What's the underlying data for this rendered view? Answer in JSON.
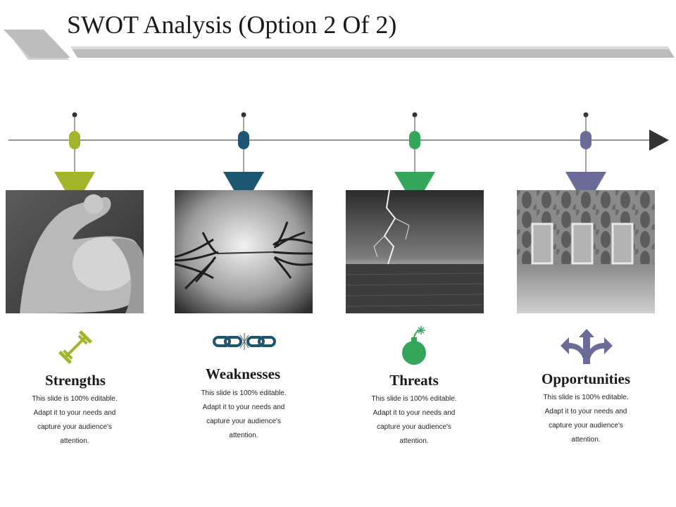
{
  "slide": {
    "title": "SWOT Analysis (Option 2 Of 2)",
    "colors": {
      "green": "#a1b42b",
      "teal": "#1d5672",
      "emerald": "#34a65b",
      "slate": "#6a6b96",
      "line": "#555555"
    }
  },
  "items": [
    {
      "heading": "Strengths",
      "lines": [
        "This slide is 100% editable.",
        "Adapt it to your needs and",
        "capture your audience's",
        "attention."
      ],
      "icon": "dumbbell-icon",
      "image": "flexed-arm-photo"
    },
    {
      "heading": "Weaknesses",
      "lines": [
        "This slide is 100% editable.",
        "Adapt it to your needs and",
        "capture your audience's",
        "attention."
      ],
      "icon": "broken-chain-icon",
      "image": "fraying-rope-photo"
    },
    {
      "heading": "Threats",
      "lines": [
        "This slide is 100% editable.",
        "Adapt it to your needs and",
        "capture your audience's",
        "attention."
      ],
      "icon": "bomb-icon",
      "image": "lightning-storm-photo"
    },
    {
      "heading": "Opportunities",
      "lines": [
        "This slide is 100% editable.",
        "Adapt it to your needs and",
        "capture your audience's",
        "attention."
      ],
      "icon": "split-arrows-icon",
      "image": "three-doors-photo"
    }
  ]
}
